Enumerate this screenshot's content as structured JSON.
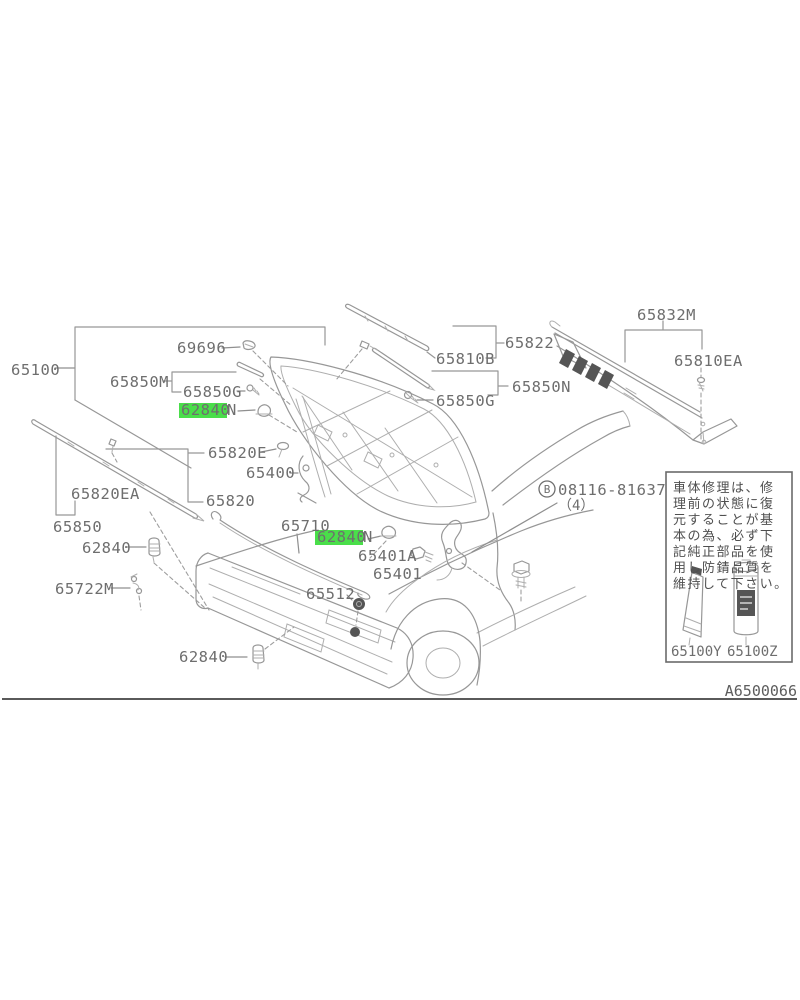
{
  "diagram": {
    "title_hint": "hood parts exploded diagram",
    "footer": {
      "drawing_code": "A6500066"
    },
    "colors": {
      "highlight": "#4ade4a",
      "line": "#979797",
      "text": "#6e6e6e"
    },
    "callouts": {
      "c65100": "65100",
      "c69696": "69696",
      "c65850M": "65850M",
      "c65850G_left": "65850G",
      "c62840N_left": "62840",
      "c62840N_left_suffix": "N",
      "c65820E": "65820E",
      "c65400": "65400",
      "c65820": "65820",
      "c65820EA": "65820EA",
      "c65850": "65850",
      "c62840_left": "62840",
      "c65722M": "65722M",
      "c65710": "65710",
      "c62840N_right": "62840",
      "c62840N_right_suffix": "N",
      "c65401A": "65401A",
      "c65401": "65401",
      "c65512": "65512",
      "c62840_bottom": "62840",
      "c65822": "65822",
      "c65810B": "65810B",
      "c65850N": "65850N",
      "c65850G_right": "65850G",
      "c65832M": "65832M",
      "c65810EA": "65810EA"
    },
    "bolt_callout": {
      "badge": "B",
      "part_number": "08116-81637",
      "quantity": "（4）"
    },
    "note_box": {
      "text_lines": [
        "車体修理は、修",
        "理前の状態に復",
        "元することが基",
        "本の為、必ず下",
        "記純正部品を使",
        "用し防錆品質を",
        "維持して下さい。"
      ],
      "product_labels": {
        "tube": "65100Y",
        "spray": "65100Z"
      }
    }
  }
}
